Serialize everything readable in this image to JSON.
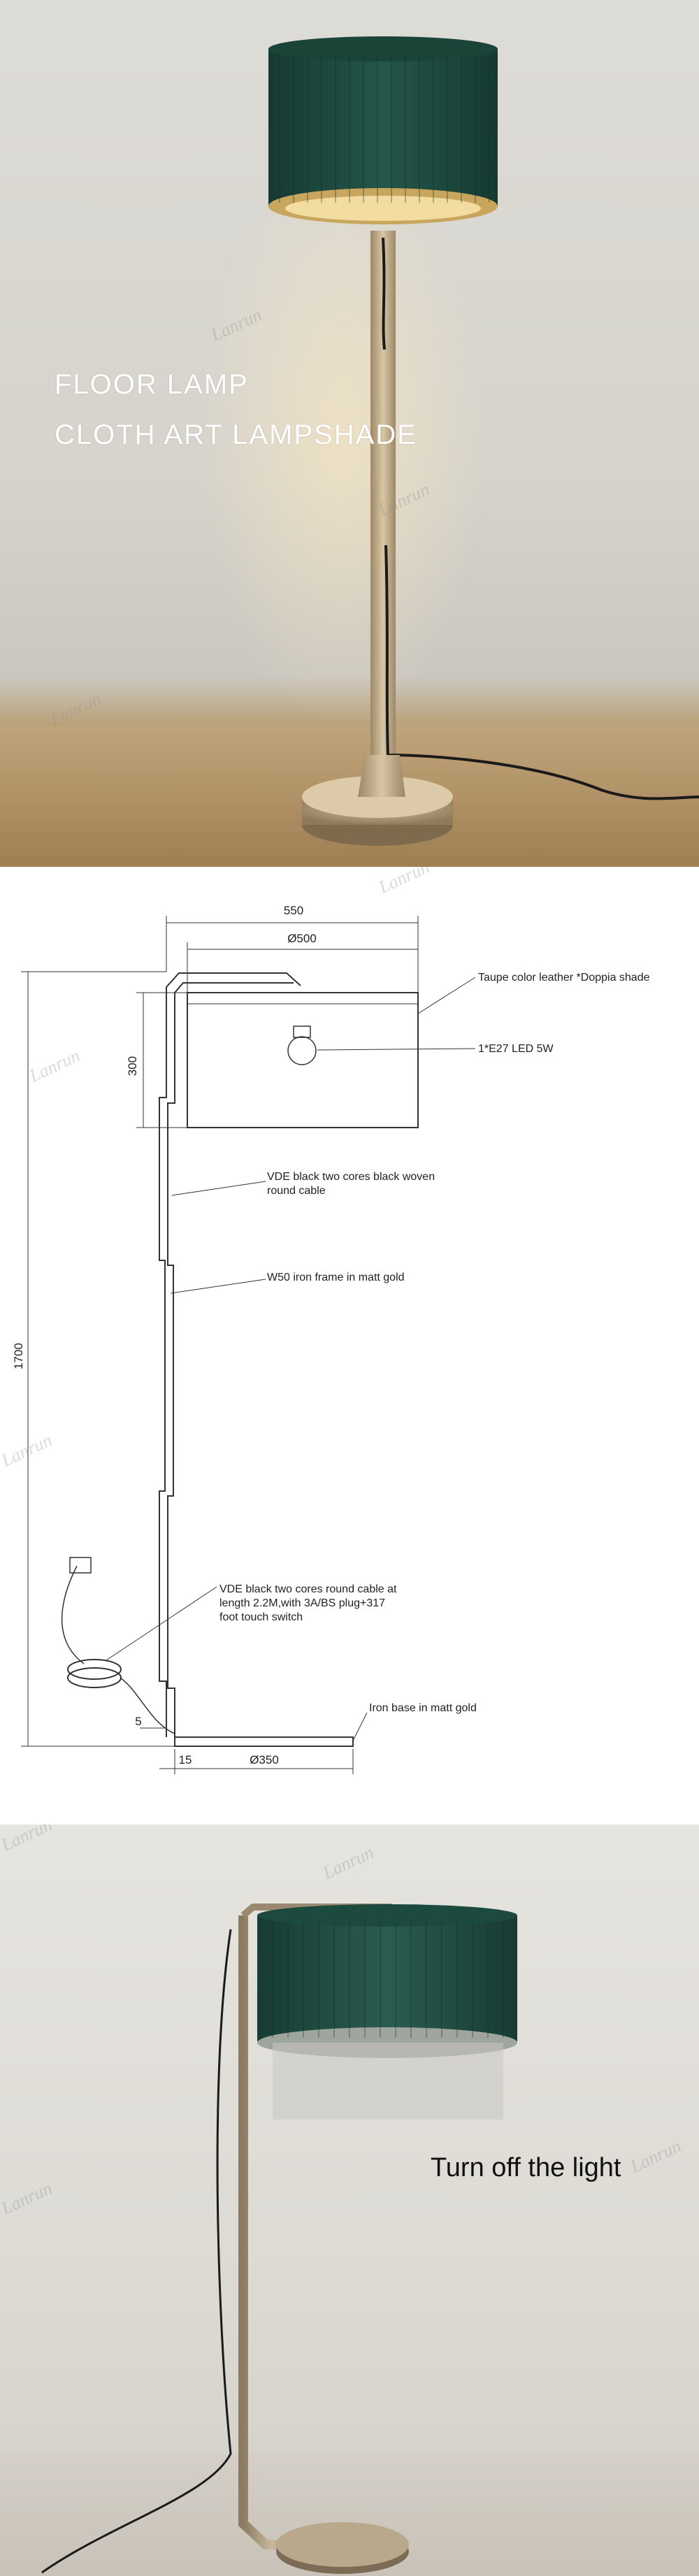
{
  "photo_top": {
    "title_line1": "FLOOR LAMP",
    "title_line2": "CLOTH ART LAMPSHADE"
  },
  "drawing": {
    "dim_width_top": "550",
    "dim_shade_diameter": "Ø500",
    "dim_shade_height": "300",
    "dim_total_height": "1700",
    "dim_offset": "5",
    "dim_base_offset": "15",
    "dim_base_diameter": "Ø350",
    "note_shade": "Taupe color leather *Doppia shade",
    "note_bulb": "1*E27 LED 5W",
    "note_cable_line1": "VDE black two cores black woven",
    "note_cable_line2": "round cable",
    "note_frame": "W50 iron frame in matt gold",
    "note_switch_line1": "VDE black two cores round cable at",
    "note_switch_line2": "length 2.2M,with 3A/BS plug+317",
    "note_switch_line3": "foot touch switch",
    "note_base": "Iron base in matt gold"
  },
  "photo_bottom": {
    "caption": "Turn off the light"
  },
  "colors": {
    "shade_green": "#1e4a3f",
    "brass": "#b8a27f",
    "line": "#333333"
  }
}
